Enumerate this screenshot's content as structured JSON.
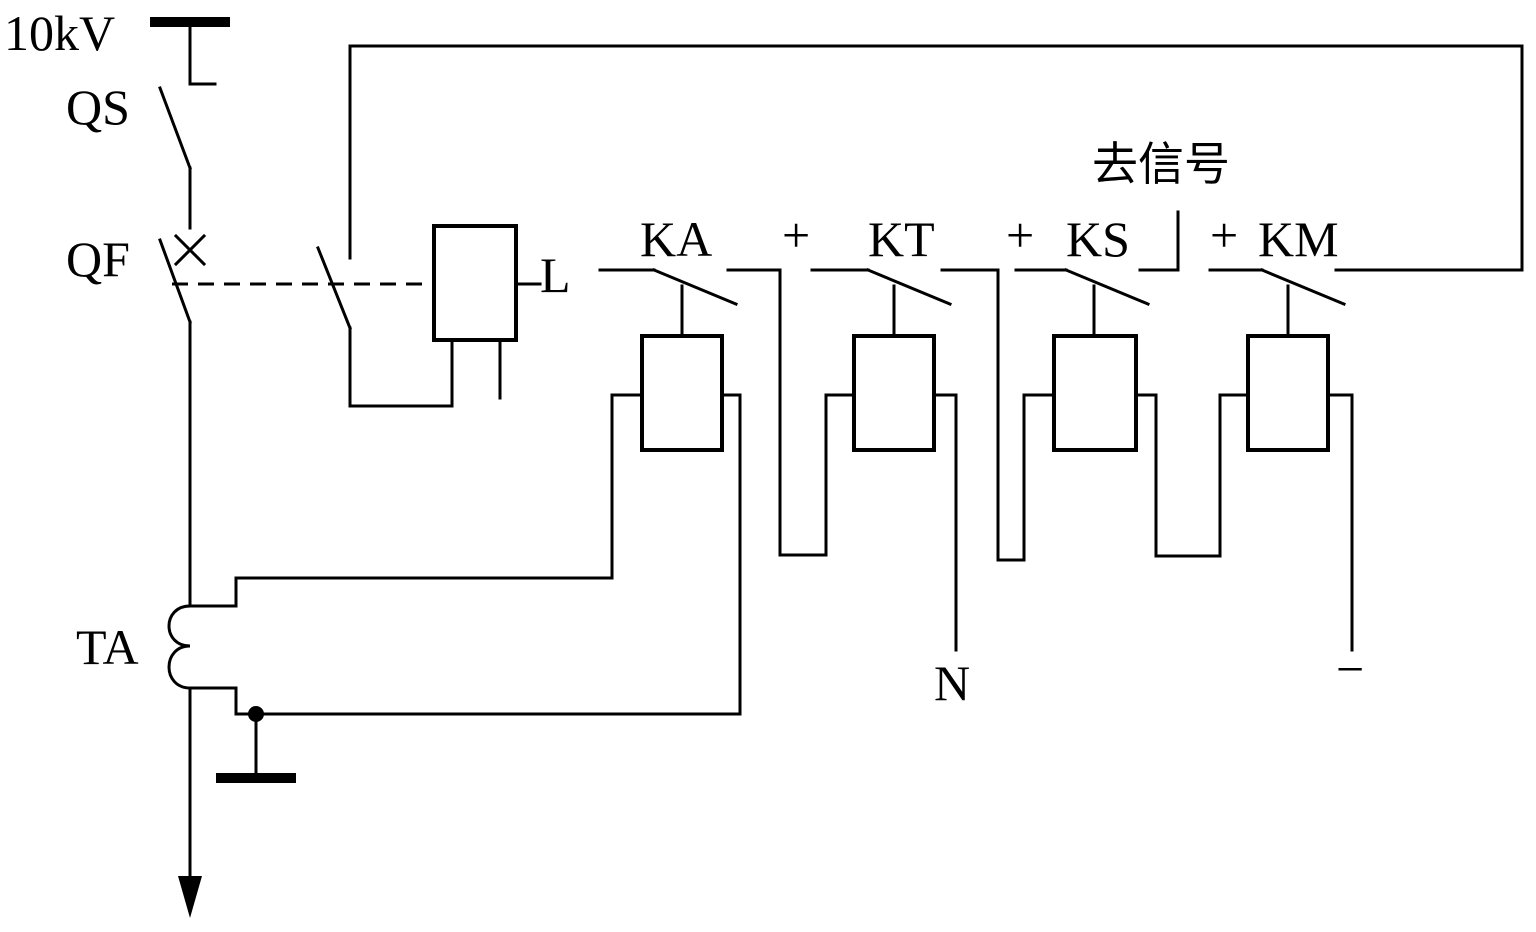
{
  "labels": {
    "bus": "10kV",
    "disconnector": "QS",
    "breaker": "QF",
    "trip_coil": "L",
    "current_relay": "KA",
    "time_relay": "KT",
    "signal_relay": "KS",
    "intermediate_relay": "KM",
    "current_transformer": "TA",
    "neutral": "N",
    "negative": "−",
    "signal": "去信号",
    "plus": "+"
  },
  "colors": {
    "line": "#000000",
    "background": "#ffffff"
  }
}
